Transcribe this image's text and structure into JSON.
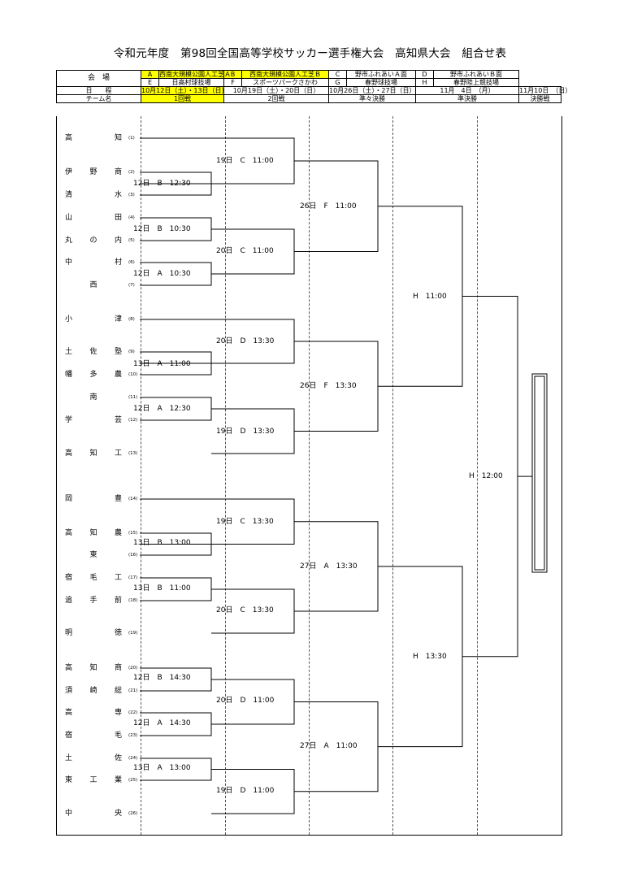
{
  "title": "令和元年度　第98回全国高等学校サッカー選手権大会　高知県大会　組合せ表",
  "venue_header": {
    "label": "会　場",
    "row1": [
      {
        "code": "A",
        "name": "西南大規模公園人工芝Ａ",
        "highlight": true
      },
      {
        "code": "B",
        "name": "西南大規模公園人工芝Ｂ",
        "highlight": true
      },
      {
        "code": "C",
        "name": "野市ふれあいＡ面",
        "highlight": false
      },
      {
        "code": "D",
        "name": "野市ふれあいＢ面",
        "highlight": false
      }
    ],
    "row2": [
      {
        "code": "E",
        "name": "日高村球技場"
      },
      {
        "code": "F",
        "name": "スポーツパークさかわ"
      },
      {
        "code": "G",
        "name": "春野球技場"
      },
      {
        "code": "H",
        "name": "春野陸上競技場"
      }
    ]
  },
  "schedule_header": {
    "label": "日　　程",
    "dates": [
      "10月12日（土）・13日（日）",
      "10月19日（土）・20日（日）",
      "10月26日（土）・27日（日）",
      "11月　4日　（月）",
      "11月10日　（日）"
    ]
  },
  "round_header": {
    "label": "チーム名",
    "rounds": [
      "1回戦",
      "2回戦",
      "準々決勝",
      "準決勝",
      "決勝戦"
    ]
  },
  "teams": [
    {
      "num": "(1)",
      "chars": [
        "高",
        "知"
      ]
    },
    {
      "num": "(2)",
      "chars": [
        "伊",
        "野",
        "商"
      ]
    },
    {
      "num": "(3)",
      "chars": [
        "清",
        "水"
      ]
    },
    {
      "num": "(4)",
      "chars": [
        "山",
        "田"
      ]
    },
    {
      "num": "(5)",
      "chars": [
        "丸",
        "の",
        "内"
      ]
    },
    {
      "num": "(6)",
      "chars": [
        "中",
        "村"
      ]
    },
    {
      "num": "(7)",
      "chars": [
        "西"
      ],
      "center": true
    },
    {
      "num": "(8)",
      "chars": [
        "小",
        "津"
      ]
    },
    {
      "num": "(9)",
      "chars": [
        "土",
        "佐",
        "塾"
      ]
    },
    {
      "num": "(10)",
      "chars": [
        "幡",
        "多",
        "農"
      ]
    },
    {
      "num": "(11)",
      "chars": [
        "南"
      ],
      "center": true
    },
    {
      "num": "(12)",
      "chars": [
        "学",
        "芸"
      ]
    },
    {
      "num": "(13)",
      "chars": [
        "高",
        "知",
        "工"
      ]
    },
    {
      "num": "(14)",
      "chars": [
        "岡",
        "豊"
      ]
    },
    {
      "num": "(15)",
      "chars": [
        "高",
        "知",
        "農"
      ]
    },
    {
      "num": "(16)",
      "chars": [
        "東"
      ],
      "center": true
    },
    {
      "num": "(17)",
      "chars": [
        "宿",
        "毛",
        "工"
      ]
    },
    {
      "num": "(18)",
      "chars": [
        "追",
        "手",
        "前"
      ]
    },
    {
      "num": "(19)",
      "chars": [
        "明",
        "徳"
      ]
    },
    {
      "num": "(20)",
      "chars": [
        "高",
        "知",
        "商"
      ]
    },
    {
      "num": "(21)",
      "chars": [
        "須",
        "崎",
        "総"
      ]
    },
    {
      "num": "(22)",
      "chars": [
        "高",
        "専"
      ]
    },
    {
      "num": "(23)",
      "chars": [
        "宿",
        "毛"
      ]
    },
    {
      "num": "(24)",
      "chars": [
        "土",
        "佐"
      ]
    },
    {
      "num": "(25)",
      "chars": [
        "東",
        "工",
        "業"
      ]
    },
    {
      "num": "(26)",
      "chars": [
        "中",
        "央"
      ]
    }
  ],
  "match_labels": {
    "r1": [
      "12日　B　12:30",
      "12日　B　10:30",
      "12日　A　10:30",
      "13日　A　11:00",
      "12日　A　12:30",
      "13日　B　13:00",
      "13日　B　11:00",
      "12日　B　14:30",
      "12日　A　14:30",
      "13日　A　13:00"
    ],
    "r2": [
      "19日　C　11:00",
      "20日　C　11:00",
      "20日　D　13:30",
      "19日　D　13:30",
      "19日　C　13:30",
      "20日　C　13:30",
      "20日　D　11:00",
      "19日　D　11:00"
    ],
    "qf": [
      "26日　F　11:00",
      "26日　F　13:30",
      "27日　A　13:30",
      "27日　A　11:00"
    ],
    "sf": [
      "H　11:00",
      "H　13:30"
    ],
    "final": [
      "H　12:00"
    ]
  }
}
